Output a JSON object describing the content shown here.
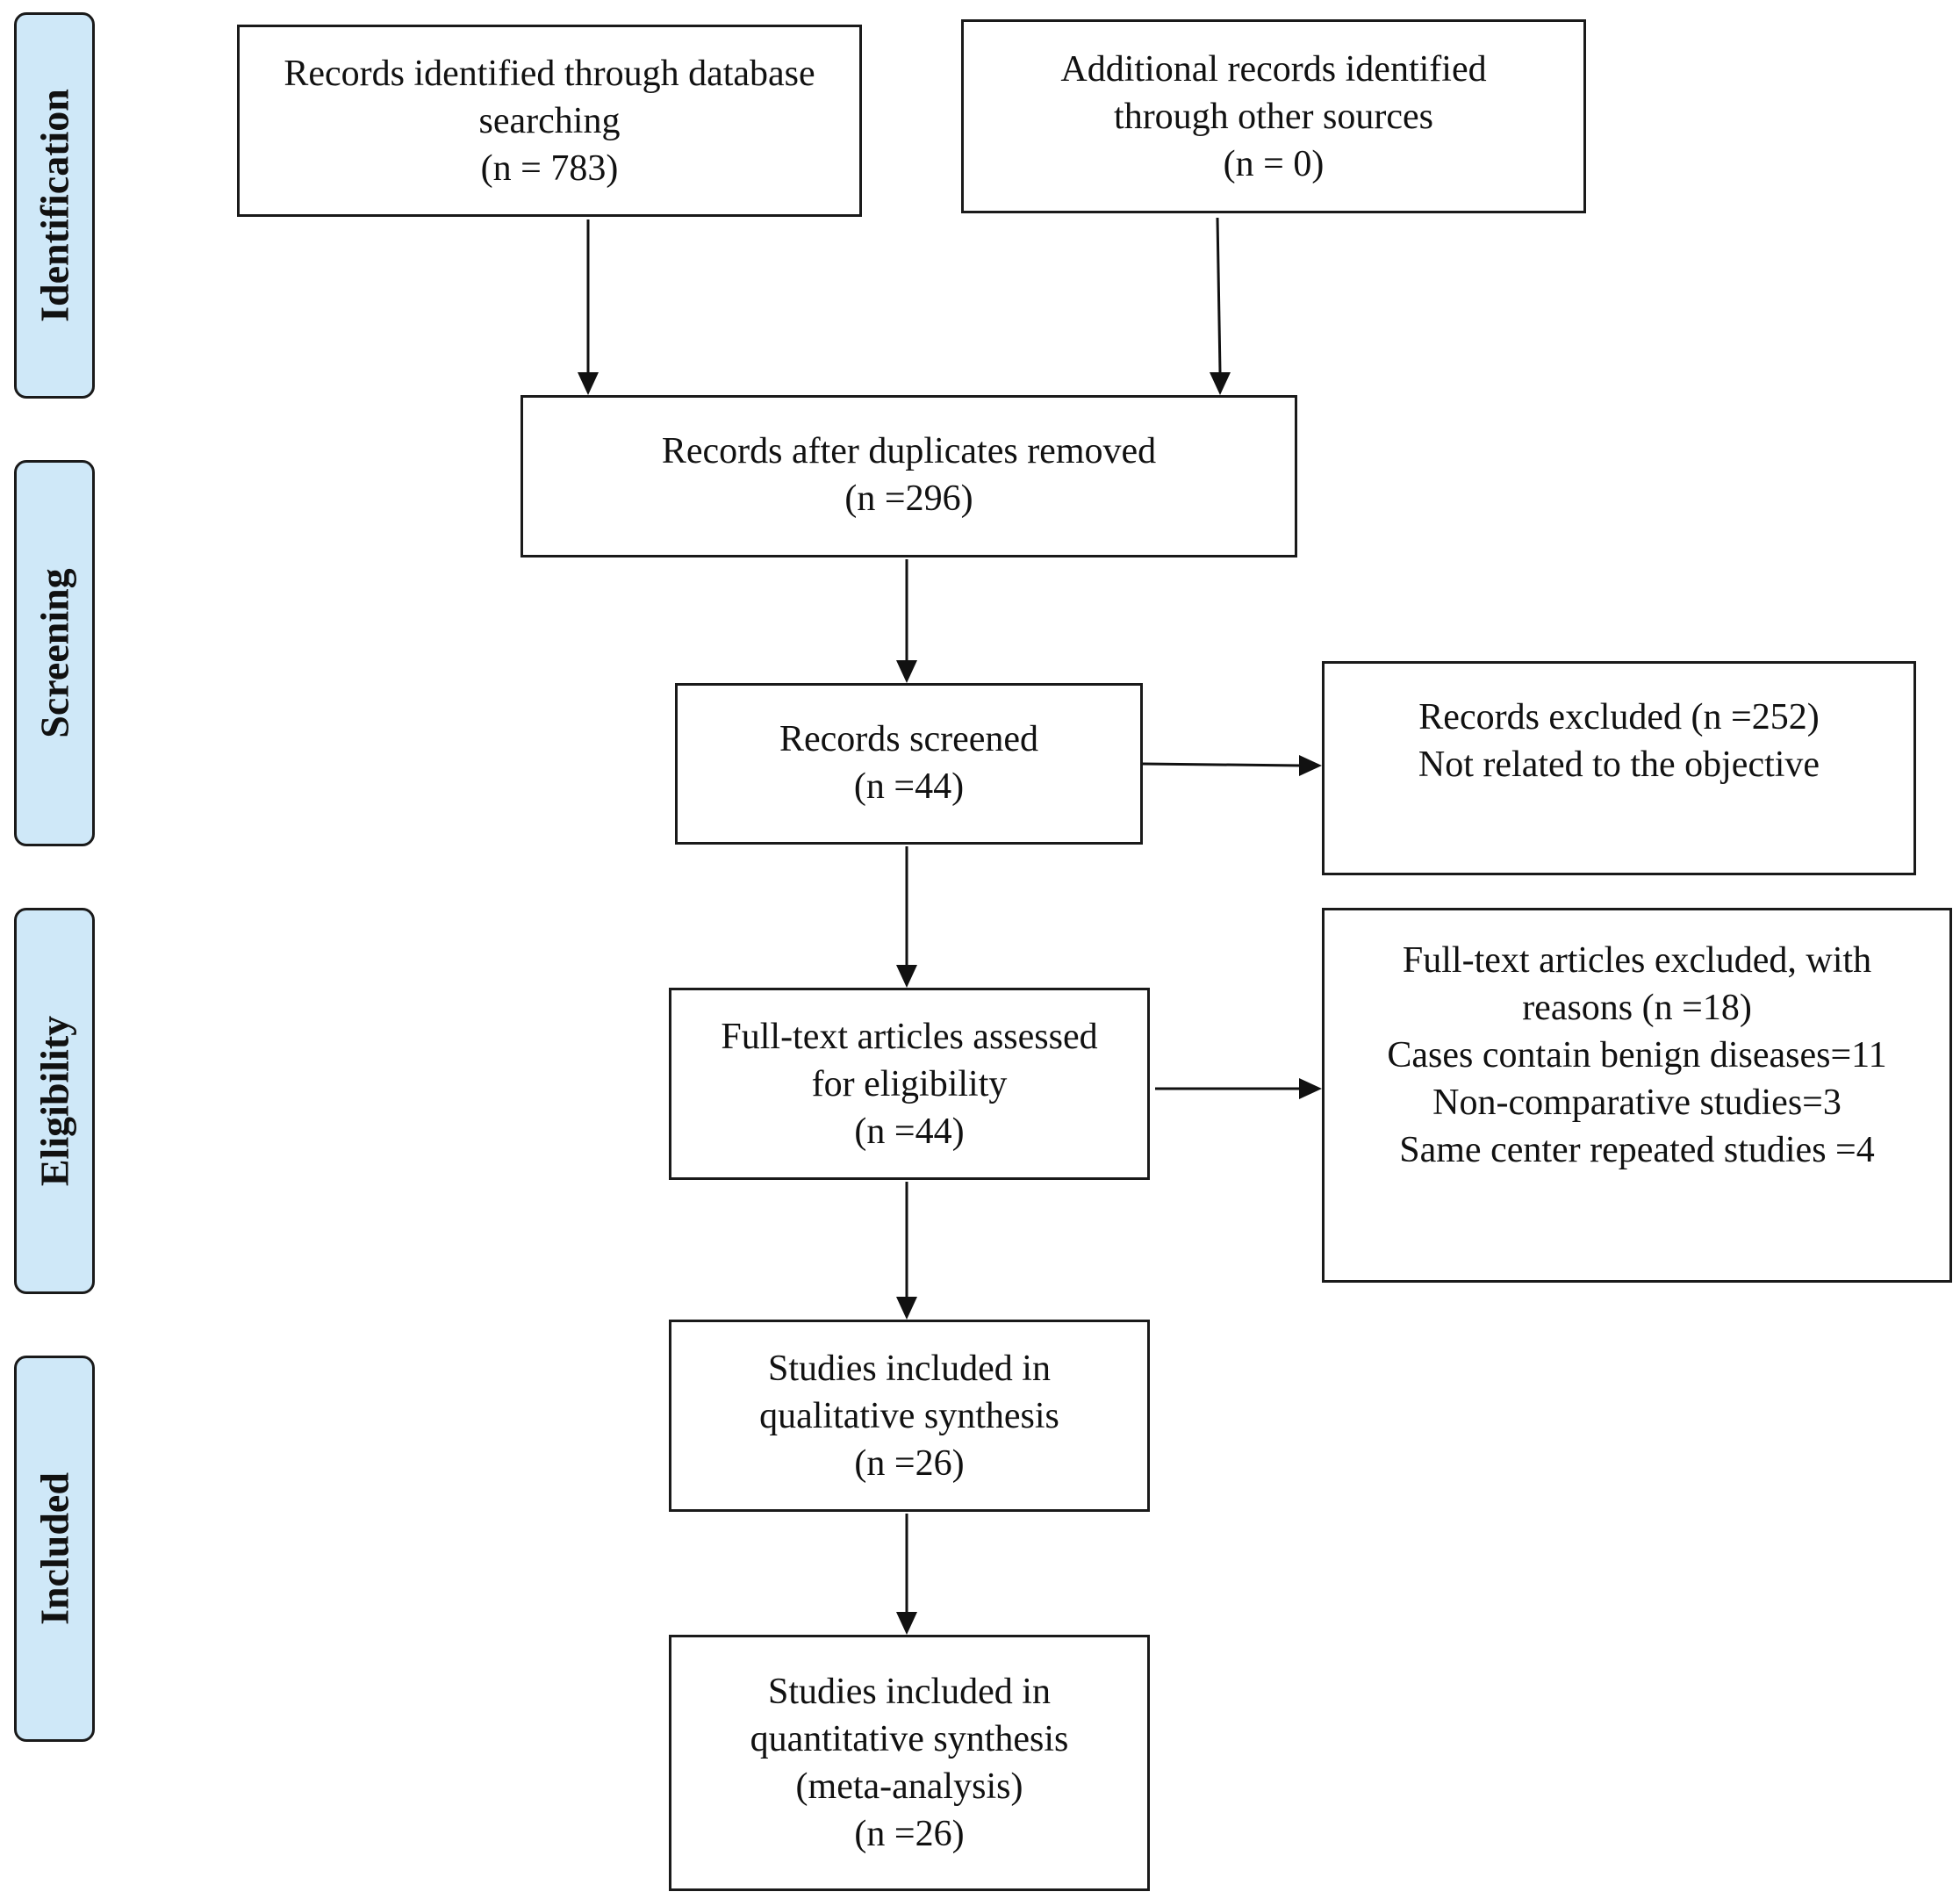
{
  "phases": {
    "identification": "Identification",
    "screening": "Screening",
    "eligibility": "Eligibility",
    "included": "Included"
  },
  "boxes": {
    "db_search": {
      "lines": [
        "Records identified through database",
        "searching",
        "(n = 783)"
      ]
    },
    "other_sources": {
      "lines": [
        "Additional records identified",
        "through other sources",
        "(n = 0)"
      ]
    },
    "dedup": {
      "lines": [
        "Records after duplicates removed",
        "(n =296)"
      ]
    },
    "screened": {
      "lines": [
        "Records screened",
        "(n =44)"
      ]
    },
    "records_excluded": {
      "lines": [
        "Records excluded (n =252)",
        "Not related to the objective"
      ]
    },
    "fulltext_assessed": {
      "lines": [
        "Full-text articles assessed",
        "for eligibility",
        "(n =44)"
      ]
    },
    "fulltext_excluded": {
      "lines": [
        "Full-text articles excluded, with",
        "reasons (n =18)",
        "Cases contain benign diseases=11",
        "Non-comparative studies=3",
        "Same center repeated studies =4"
      ]
    },
    "qualitative": {
      "lines": [
        "Studies included in",
        "qualitative synthesis",
        "(n =26)"
      ]
    },
    "quantitative": {
      "lines": [
        "Studies included in",
        "quantitative synthesis",
        "(meta-analysis)",
        "(n =26)"
      ]
    }
  }
}
